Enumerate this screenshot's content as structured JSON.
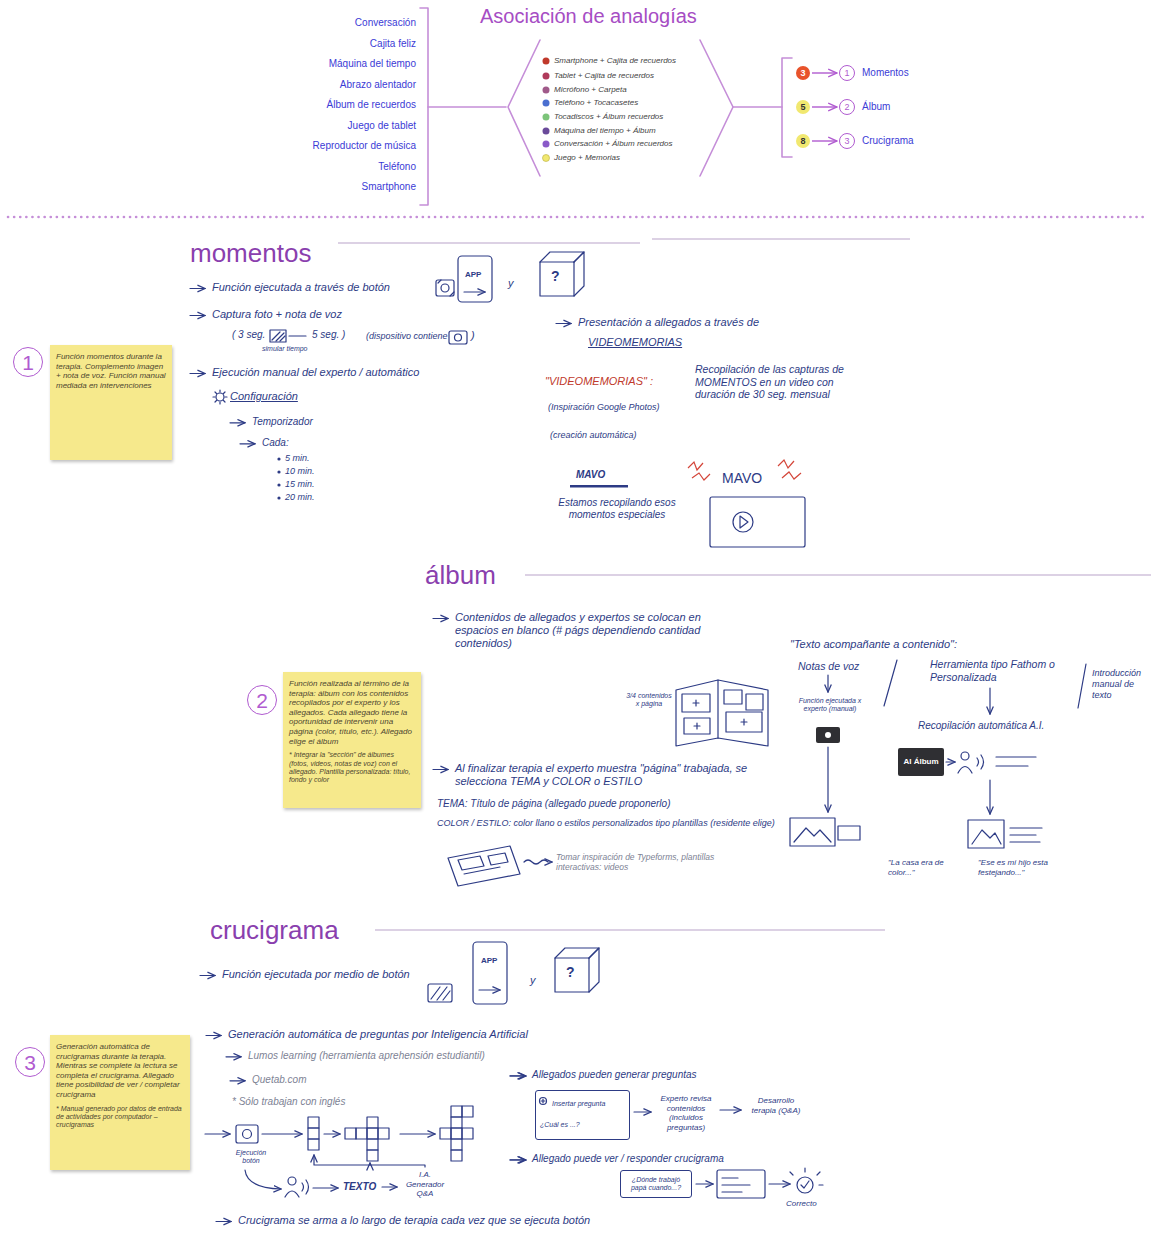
{
  "diagram": {
    "title": "Asociación de analogías",
    "nodes": [
      {
        "text": [
          "3"
        ]
      },
      {
        "text": [
          "1",
          "Momentos"
        ]
      },
      {
        "text": [
          "5"
        ]
      },
      {
        "text": [
          "2",
          "Álbum"
        ]
      },
      {
        "text": [
          "8"
        ]
      },
      {
        "text": [
          "3",
          "Crucigrama"
        ]
      },
      {
        "text": [
          "1"
        ]
      },
      {
        "text": [
          "Función momentos durante la terapia. Complemento imagen + nota de voz. Función manual mediada en intervenciones"
        ]
      },
      {
        "text": [
          "2"
        ]
      },
      {
        "text": [
          "Función realizada al término de la terapia: álbum con los contenidos recopilados por el experto y los allegados. Cada allegado tiene la oportunidad de intervenir una página (color, título, etc.). Allegado elige el álbum",
          "* Integrar la \"sección\" de álbumes (fotos, videos, notas de voz) con el allegado. Plantilla personalizada: título, fondo y color"
        ]
      },
      {
        "text": [
          "3"
        ]
      },
      {
        "text": [
          "Generación automática de crucigramas durante la terapia. Mientras se complete la lectura se completa el crucigrama. Allegado tiene posibilidad de ver / completar crucigrama",
          "* Manual generado por datos de entrada de actividades por computador – crucigramas"
        ]
      },
      {
        "text": [
          "AI Álbum"
        ]
      },
      {
        "text": [
          "Insertar pregunta",
          "¿Cuál es ...?"
        ]
      },
      {
        "text": [
          "¿Dónde trabajó papá cuando...?"
        ]
      }
    ],
    "edges": [
      {
        "from": 0,
        "to": 1,
        "arrow": "to"
      },
      {
        "from": 2,
        "to": 3,
        "arrow": "to"
      },
      {
        "from": 4,
        "to": 5,
        "arrow": "to"
      }
    ],
    "labels": [
      "Conversación",
      "Cajita feliz",
      "Máquina del tiempo",
      "Abrazo alentador",
      "Álbum de recuerdos",
      "Juego de tablet",
      "Reproductor de música",
      "Teléfono",
      "Smartphone",
      "Smartphone + Cajita de recuerdos",
      "Tablet + Cajita de recuerdos",
      "Micrófono + Carpeta",
      "Teléfono + Tocacasetes",
      "Tocadiscos + Álbum recuerdos",
      "Máquina del tiempo + Álbum",
      "Conversación + Álbum recuerdos",
      "Juego + Memorias",
      "momentos",
      "Función ejecutada a través de botón",
      "APP",
      "y",
      "Captura foto + nota de voz",
      "( 3 seg.",
      "5 seg. )",
      "simular tiempo",
      "(dispositivo contiene",
      ")",
      "Ejecución manual del experto / automático",
      "Configuración",
      "Temporizador",
      "Cada:",
      "5 min.",
      "10 min.",
      "15 min.",
      "20 min.",
      "Presentación a allegados a través de",
      "VIDEOMEMORIAS",
      "\"VIDEOMEMORIAS\" :",
      "(Inspiración Google Photos)",
      "(creación automática)",
      "Recopilación de las capturas de MOMENTOS en un video con duración de 30 seg. mensual",
      "MAVO",
      "Estamos recopilando esos momentos especiales",
      "MAVO",
      "álbum",
      "Contenidos de allegados y expertos se colocan en espacios en blanco (# págs dependiendo cantidad contenidos)",
      "3/4 contenidos x página",
      "Al finalizar terapia el experto muestra \"página\" trabajada, se selecciona TEMA y COLOR o ESTILO",
      "TEMA: Título de página (allegado puede proponerlo)",
      "COLOR / ESTILO: color llano o estilos personalizados tipo plantillas (residente elige)",
      "Tomar inspiración de Typeforms, plantillas interactivas: videos",
      "\"Texto acompañante a contenido\":",
      "Notas de voz",
      "Función ejecutada x experto (manual)",
      "Herramienta tipo Fathom o Personalizada",
      "Introducción manual de texto",
      "Recopilación automática A.I.",
      "\"La casa era de color...\"",
      "\"Ese es mi hijo esta festejando...\"",
      "crucigrama",
      "Función ejecutada por medio de botón",
      "APP",
      "y",
      "Generación automática de preguntas por Inteligencia Artificial",
      "Lumos learning (herramienta aprehensión estudiantil)",
      "Quetab.com",
      "* Sólo trabajan con inglés",
      "Ejecución botón",
      "TEXTO",
      "I.A. Generador Q&A",
      "Allegados pueden generar preguntas",
      "Experto revisa contenidos (incluidos preguntas)",
      "Desarrollo terapia (Q&A)",
      "Allegado puede ver / responder crucigrama",
      "Correcto",
      "Crucigrama se arma a lo largo de terapia cada vez que se ejecuta botón",
      "?",
      "?"
    ]
  }
}
